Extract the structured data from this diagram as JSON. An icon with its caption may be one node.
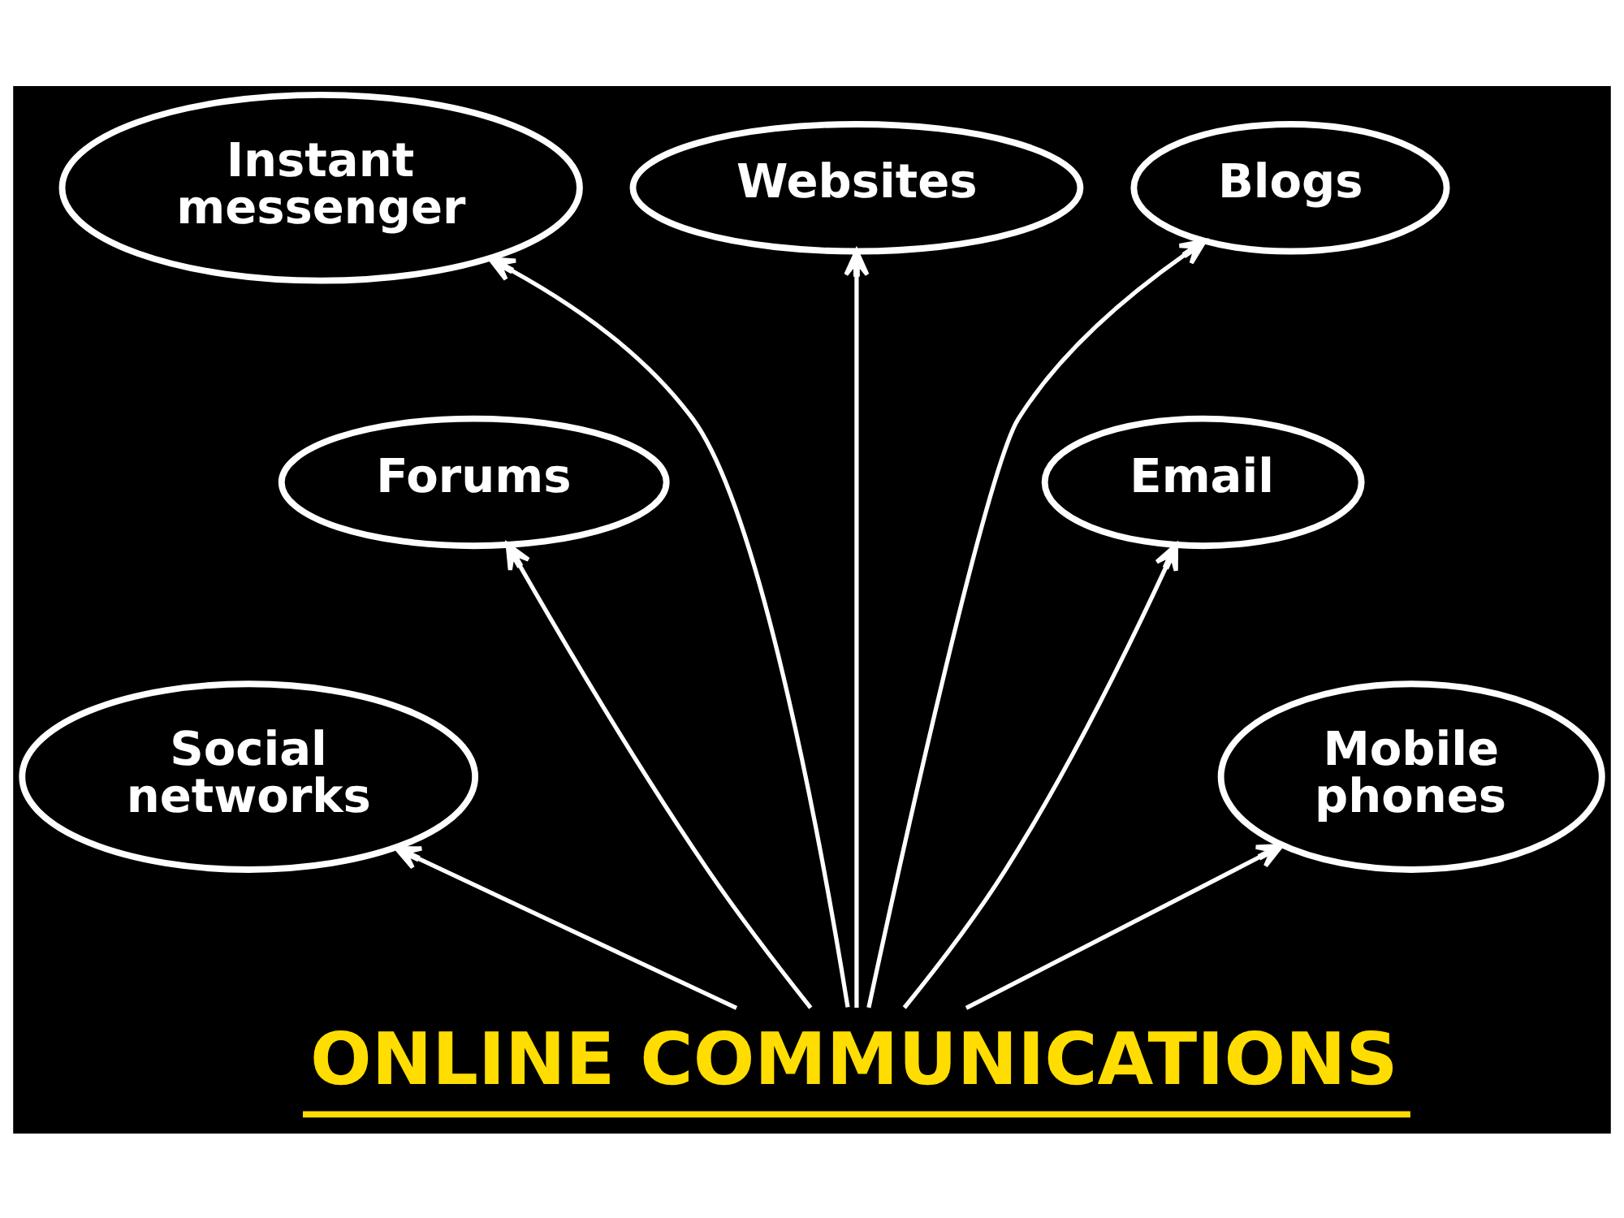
{
  "diagram": {
    "nodes": [
      {
        "text": [
          "Instant messenger"
        ]
      },
      {
        "text": [
          "Websites"
        ]
      },
      {
        "text": [
          "Blogs"
        ]
      },
      {
        "text": [
          "Forums"
        ]
      },
      {
        "text": [
          "Email"
        ]
      },
      {
        "text": [
          "Social networks"
        ]
      },
      {
        "text": [
          "Mobile phones"
        ]
      },
      {
        "text": [
          "ONLINE COMMUNICATIONS"
        ]
      }
    ],
    "edges": [
      {
        "from": 7,
        "to": 5,
        "arrow": "to"
      },
      {
        "from": 7,
        "to": 3,
        "arrow": "to"
      },
      {
        "from": 7,
        "to": 0,
        "arrow": "to"
      },
      {
        "from": 7,
        "to": 1,
        "arrow": "to"
      },
      {
        "from": 7,
        "to": 2,
        "arrow": "to"
      },
      {
        "from": 7,
        "to": 4,
        "arrow": "to"
      },
      {
        "from": 7,
        "to": 6,
        "arrow": "to"
      }
    ]
  }
}
